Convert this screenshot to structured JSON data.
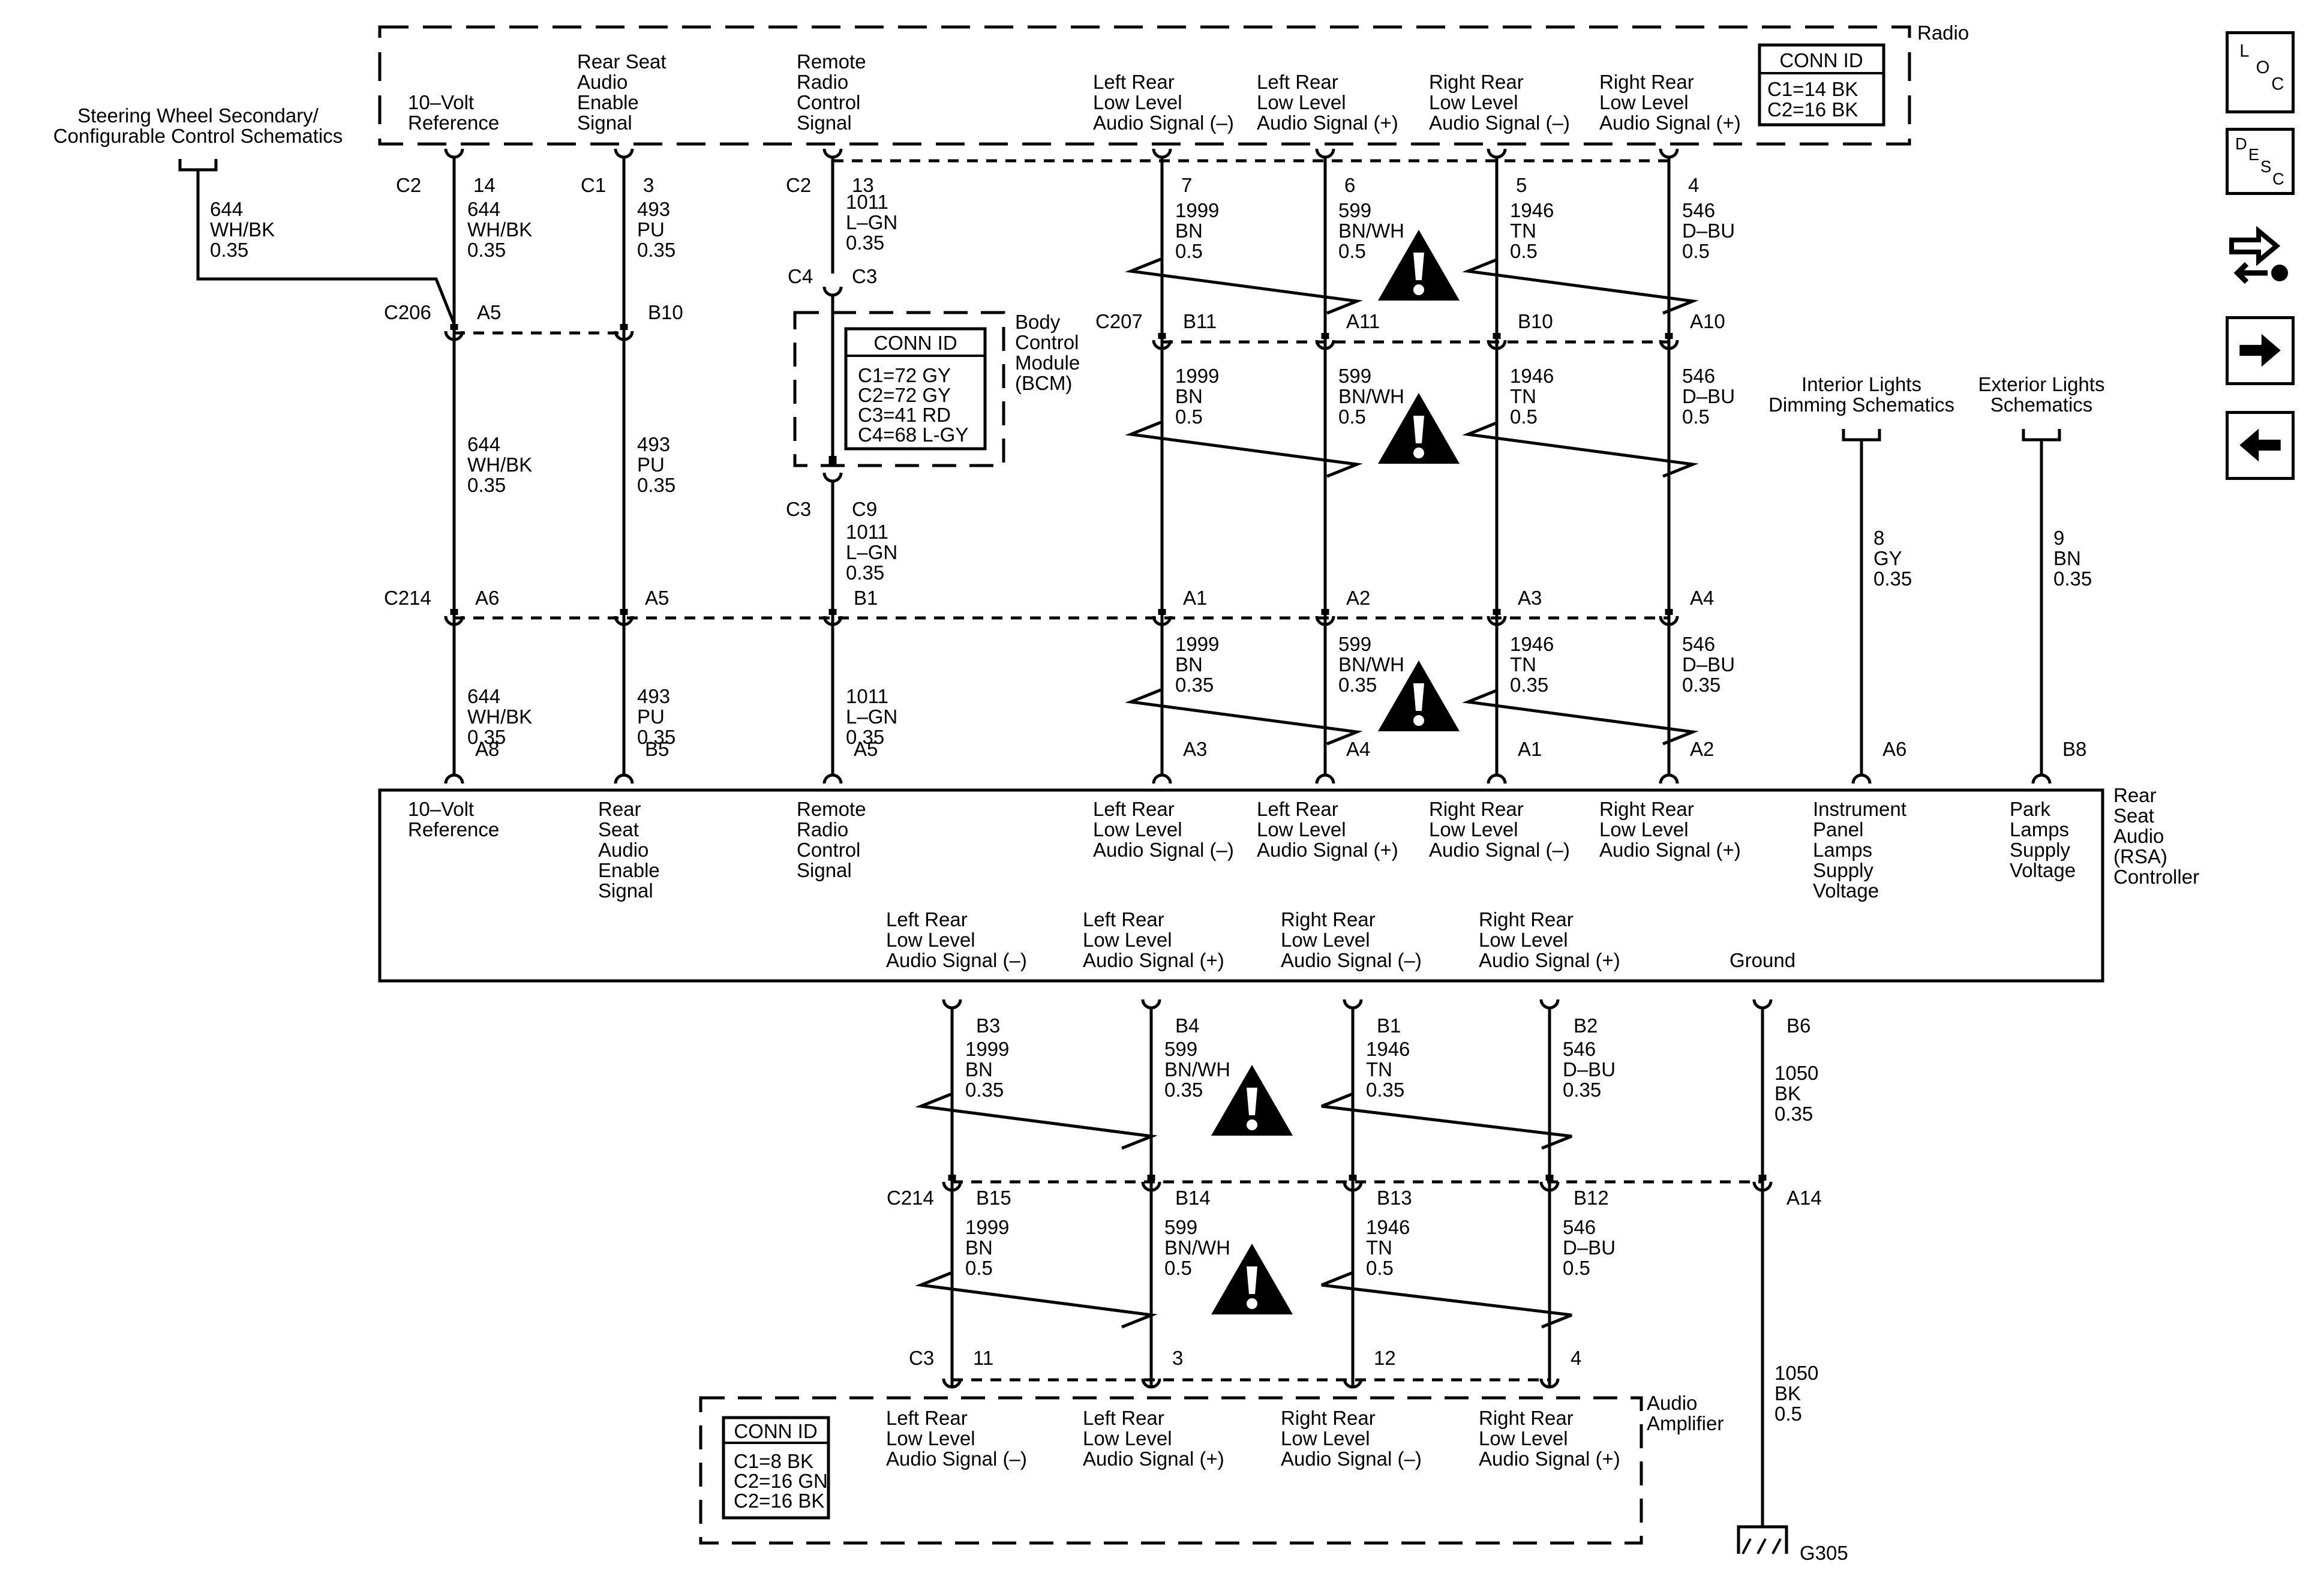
{
  "colors": {
    "ink": "#000000",
    "paper": "#ffffff"
  },
  "nav": {
    "loc_letters": [
      "L",
      "O",
      "C"
    ],
    "desc_letters": [
      "D",
      "E",
      "S",
      "C"
    ],
    "icons": [
      "loc-button",
      "desc-button",
      "service-procedure-icon",
      "next-page-arrow-icon",
      "previous-page-arrow-icon"
    ]
  },
  "modules": {
    "radio": {
      "name": "Radio",
      "conn_id_title": "CONN ID",
      "conn_id": [
        "C1=14 BK",
        "C2=16 BK"
      ]
    },
    "bcm": {
      "name": [
        "Body",
        "Control",
        "Module",
        "(BCM)"
      ],
      "conn_id_title": "CONN ID",
      "conn_id": [
        "C1=72 GY",
        "C2=72 GY",
        "C3=41 RD",
        "C4=68 L-GY"
      ]
    },
    "rsa": {
      "name": [
        "Rear",
        "Seat",
        "Audio",
        "(RSA)",
        "Controller"
      ]
    },
    "amp": {
      "name": [
        "Audio",
        "Amplifier"
      ],
      "conn_id_title": "CONN ID",
      "conn_id": [
        "C1=8 BK",
        "C2=16 GN",
        "C2=16 BK"
      ]
    }
  },
  "refs": {
    "steering": [
      "Steering Wheel Secondary/",
      "Configurable Control Schematics"
    ],
    "interior": [
      "Interior Lights",
      "Dimming Schematics"
    ],
    "exterior": [
      "Exterior Lights",
      "Schematics"
    ]
  },
  "ground": {
    "label": "G305"
  },
  "radio_pins": [
    [
      "10–Volt",
      "Reference"
    ],
    [
      "Rear Seat",
      "Audio",
      "Enable",
      "Signal"
    ],
    [
      "Remote",
      "Radio",
      "Control",
      "Signal"
    ],
    [
      "Left Rear",
      "Low Level",
      "Audio Signal (–)"
    ],
    [
      "Left Rear",
      "Low Level",
      "Audio Signal (+)"
    ],
    [
      "Right Rear",
      "Low Level",
      "Audio Signal (–)"
    ],
    [
      "Right Rear",
      "Low Level",
      "Audio Signal (+)"
    ]
  ],
  "rsa_top_pins": [
    [
      "10–Volt",
      "Reference"
    ],
    [
      "Rear",
      "Seat",
      "Audio",
      "Enable",
      "Signal"
    ],
    [
      "Remote",
      "Radio",
      "Control",
      "Signal"
    ],
    [
      "Left Rear",
      "Low Level",
      "Audio Signal (–)"
    ],
    [
      "Left Rear",
      "Low Level",
      "Audio Signal (+)"
    ],
    [
      "Right Rear",
      "Low Level",
      "Audio Signal (–)"
    ],
    [
      "Right Rear",
      "Low Level",
      "Audio Signal (+)"
    ],
    [
      "Instrument",
      "Panel",
      "Lamps",
      "Supply",
      "Voltage"
    ],
    [
      "Park",
      "Lamps",
      "Supply",
      "Voltage"
    ]
  ],
  "rsa_bottom_pins": [
    [
      "Left Rear",
      "Low Level",
      "Audio Signal (–)"
    ],
    [
      "Left Rear",
      "Low Level",
      "Audio Signal (+)"
    ],
    [
      "Right Rear",
      "Low Level",
      "Audio Signal (–)"
    ],
    [
      "Right Rear",
      "Low Level",
      "Audio Signal (+)"
    ],
    [
      "Ground"
    ]
  ],
  "amp_pins": [
    [
      "Left Rear",
      "Low Level",
      "Audio Signal (–)"
    ],
    [
      "Left Rear",
      "Low Level",
      "Audio Signal (+)"
    ],
    [
      "Right Rear",
      "Low Level",
      "Audio Signal (–)"
    ],
    [
      "Right Rear",
      "Low Level",
      "Audio Signal (+)"
    ]
  ],
  "conn_labels": {
    "radio": [
      "C2",
      "C1",
      "C2"
    ],
    "c206": "C206",
    "c207": "C207",
    "bcm_top": [
      "C4",
      "C3"
    ],
    "bcm_bottom": [
      "C3",
      "C9"
    ],
    "c214_upper": "C214",
    "c214_lower": "C214",
    "amp": "C3"
  },
  "pin_numbers": {
    "radio": [
      "14",
      "3",
      "13",
      "7",
      "6",
      "5",
      "4"
    ],
    "c206": [
      "A5",
      "B10"
    ],
    "c207": [
      "B11",
      "A11",
      "B10",
      "A10"
    ],
    "c214_upper": [
      "A6",
      "A5",
      "B1",
      "A1",
      "A2",
      "A3",
      "A4"
    ],
    "rsa_top": [
      "A8",
      "B5",
      "A5",
      "A3",
      "A4",
      "A1",
      "A2",
      "A6",
      "B8"
    ],
    "rsa_bottom": [
      "B3",
      "B4",
      "B1",
      "B2",
      "B6"
    ],
    "c214_lower": [
      "B15",
      "B14",
      "B13",
      "B12",
      "A14"
    ],
    "amp": [
      "11",
      "3",
      "12",
      "4"
    ]
  },
  "wires": {
    "steering": [
      "644",
      "WH/BK",
      "0.35"
    ],
    "col1": [
      [
        "644",
        "WH/BK",
        "0.35"
      ],
      [
        "644",
        "WH/BK",
        "0.35"
      ],
      [
        "644",
        "WH/BK",
        "0.35"
      ]
    ],
    "col2": [
      [
        "493",
        "PU",
        "0.35"
      ],
      [
        "493",
        "PU",
        "0.35"
      ],
      [
        "493",
        "PU",
        "0.35"
      ]
    ],
    "col3": [
      [
        "1011",
        "L–GN",
        "0.35"
      ],
      [
        "1011",
        "L–GN",
        "0.35"
      ],
      [
        "1011",
        "L–GN",
        "0.35"
      ]
    ],
    "col4": [
      [
        "1999",
        "BN",
        "0.5"
      ],
      [
        "1999",
        "BN",
        "0.5"
      ],
      [
        "1999",
        "BN",
        "0.35"
      ]
    ],
    "col5": [
      [
        "599",
        "BN/WH",
        "0.5"
      ],
      [
        "599",
        "BN/WH",
        "0.5"
      ],
      [
        "599",
        "BN/WH",
        "0.35"
      ]
    ],
    "col6": [
      [
        "1946",
        "TN",
        "0.5"
      ],
      [
        "1946",
        "TN",
        "0.5"
      ],
      [
        "1946",
        "TN",
        "0.35"
      ]
    ],
    "col7": [
      [
        "546",
        "D–BU",
        "0.5"
      ],
      [
        "546",
        "D–BU",
        "0.5"
      ],
      [
        "546",
        "D–BU",
        "0.35"
      ]
    ],
    "interior": [
      "8",
      "GY",
      "0.35"
    ],
    "exterior": [
      "9",
      "BN",
      "0.35"
    ],
    "low1": [
      [
        "1999",
        "BN",
        "0.35"
      ],
      [
        "1999",
        "BN",
        "0.5"
      ]
    ],
    "low2": [
      [
        "599",
        "BN/WH",
        "0.35"
      ],
      [
        "599",
        "BN/WH",
        "0.5"
      ]
    ],
    "low3": [
      [
        "1946",
        "TN",
        "0.35"
      ],
      [
        "1946",
        "TN",
        "0.5"
      ]
    ],
    "low4": [
      [
        "546",
        "D–BU",
        "0.35"
      ],
      [
        "546",
        "D–BU",
        "0.5"
      ]
    ],
    "ground": [
      [
        "1050",
        "BK",
        "0.35"
      ],
      [
        "1050",
        "BK",
        "0.5"
      ]
    ]
  }
}
